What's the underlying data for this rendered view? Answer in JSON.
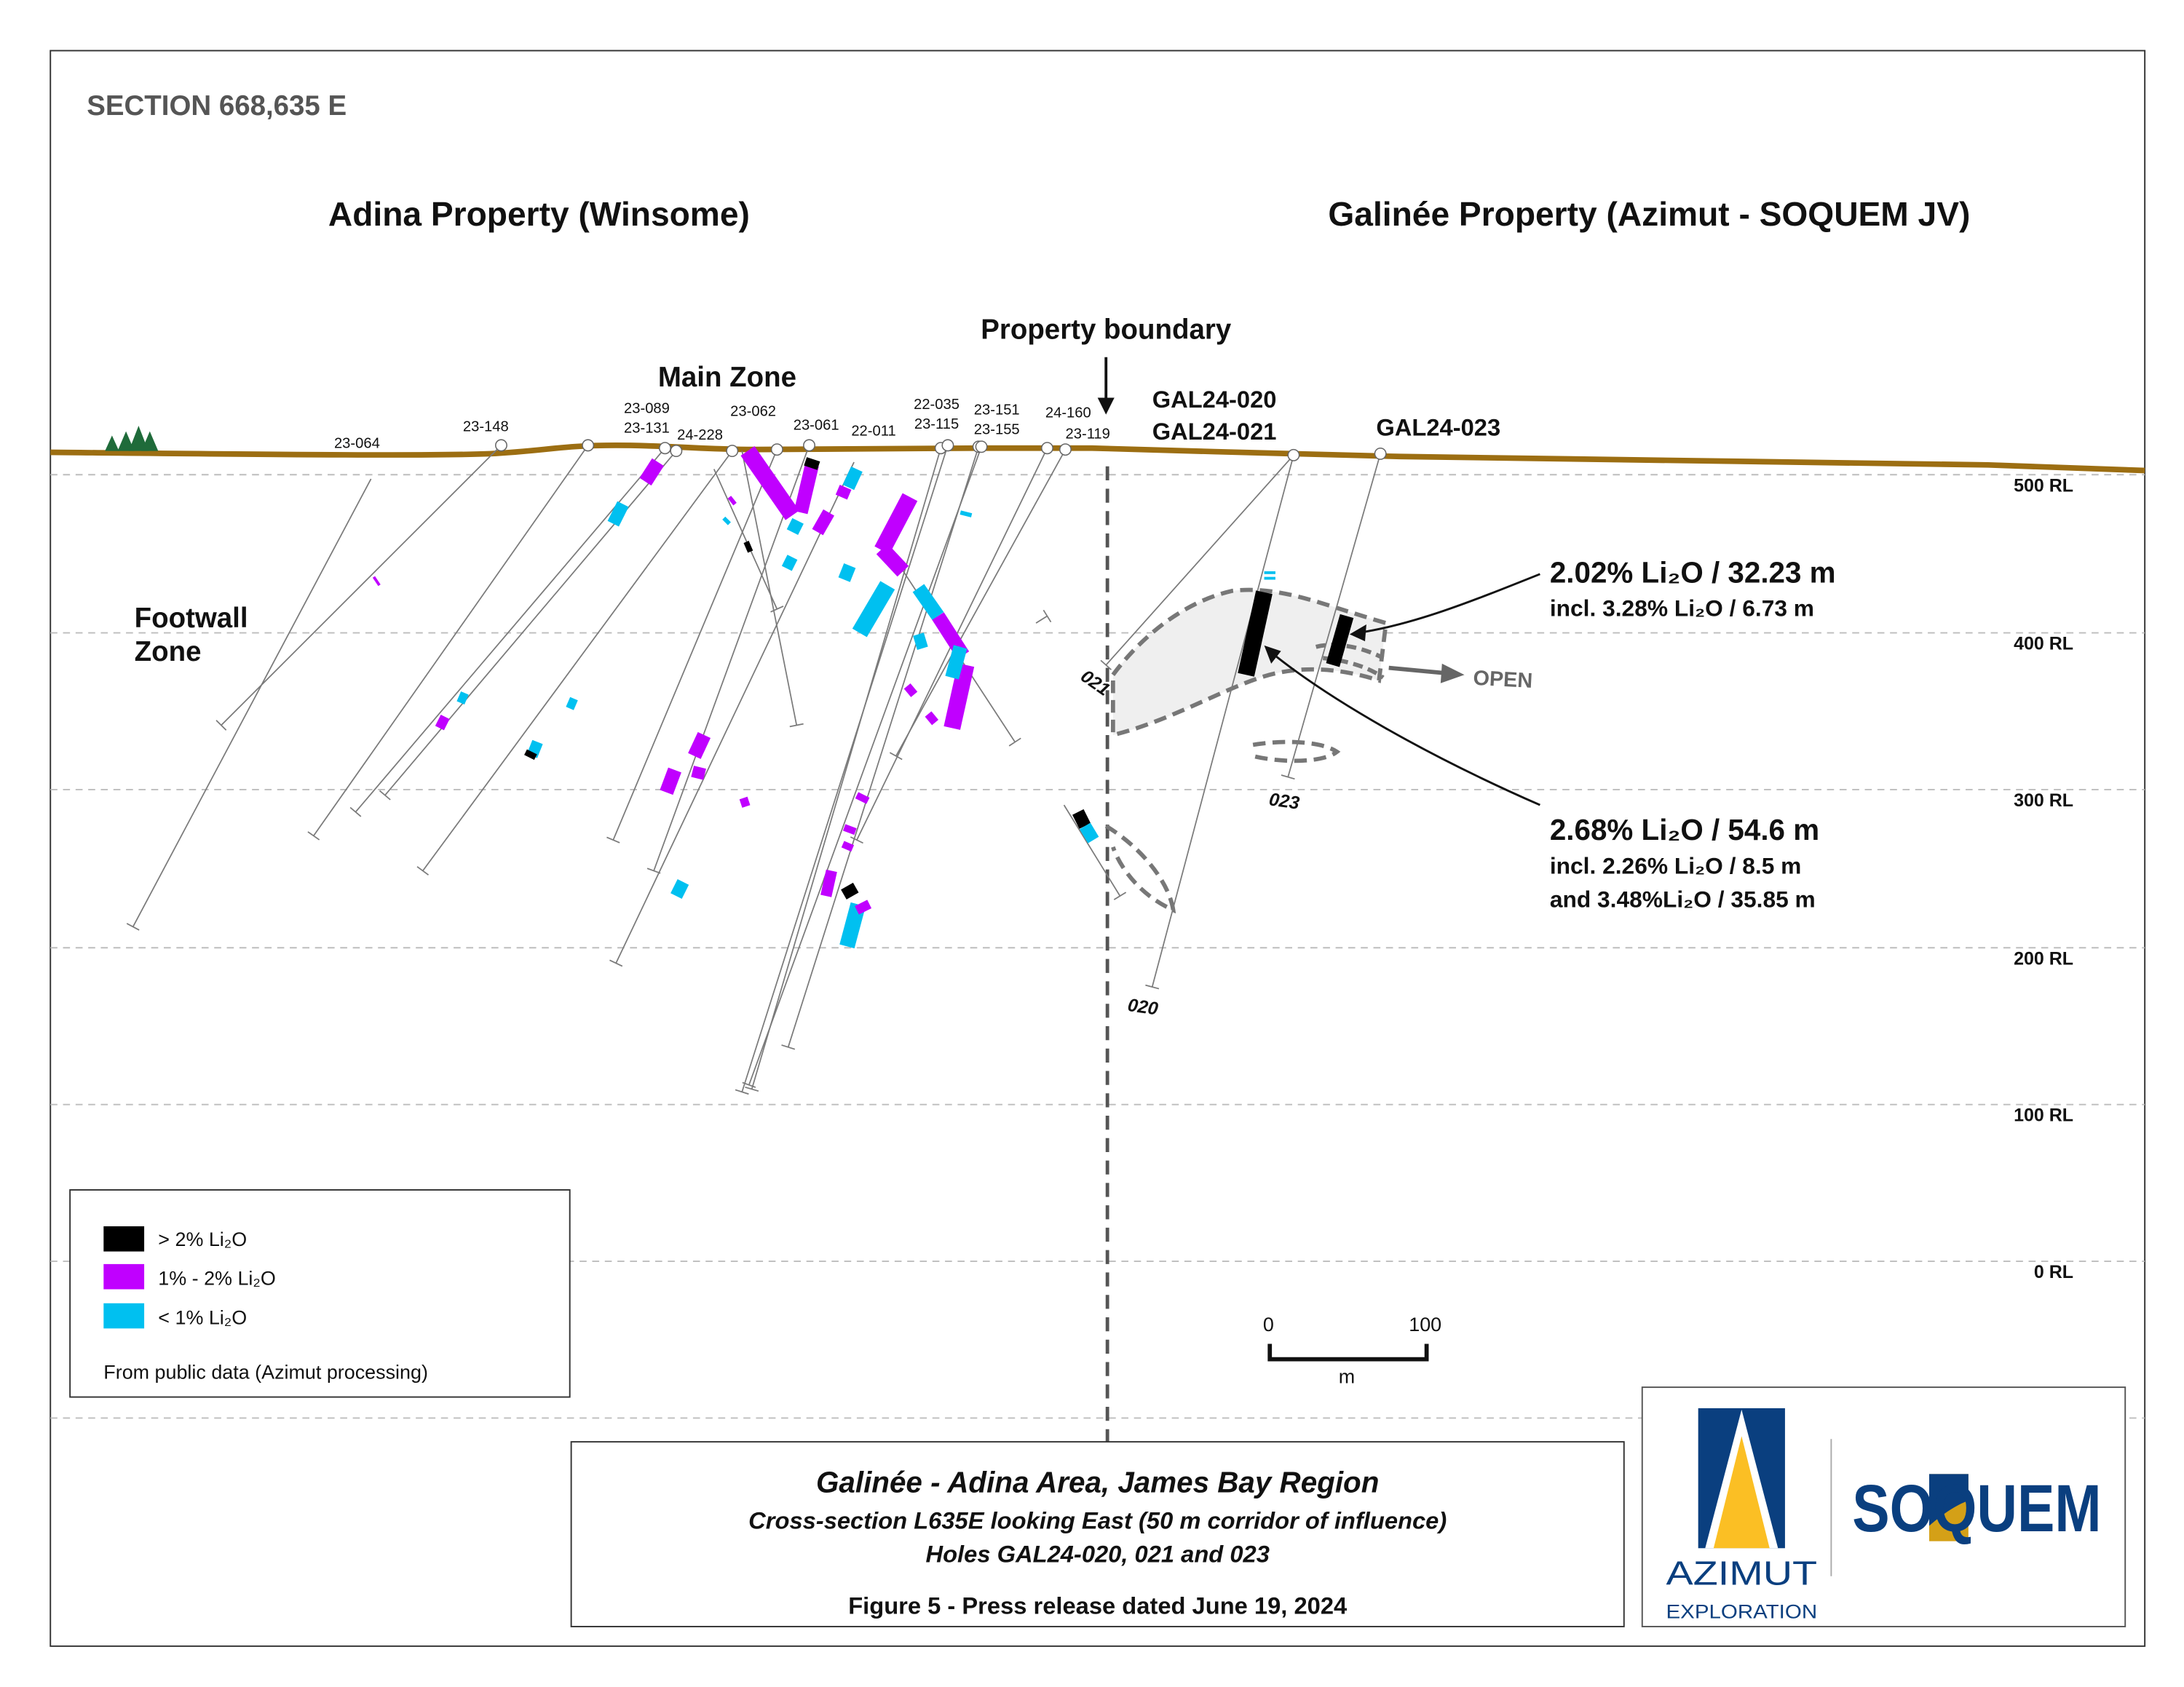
{
  "section_title": "SECTION 668,635 E",
  "properties": {
    "adina": "Adina Property (Winsome)",
    "galinee": "Galinée Property (Azimut - SOQUEM JV)"
  },
  "labels": {
    "property_boundary": "Property boundary",
    "main_zone": "Main Zone",
    "footwall_zone_1": "Footwall",
    "footwall_zone_2": "Zone",
    "open": "OPEN"
  },
  "adina_holes": [
    "23-064",
    "23-148",
    "23-089",
    "23-131",
    "24-228",
    "23-062",
    "23-061",
    "22-011",
    "22-035",
    "23-115",
    "23-151",
    "23-155",
    "24-160",
    "23-119"
  ],
  "galinee_holes": {
    "h020_021_a": "GAL24-020",
    "h020_021_b": "GAL24-021",
    "h023": "GAL24-023",
    "end_021": "021",
    "end_020": "020",
    "end_023": "023"
  },
  "rl_levels": [
    "500 RL",
    "400 RL",
    "300 RL",
    "200 RL",
    "100 RL",
    "0 RL"
  ],
  "intercepts": {
    "upper": {
      "main": "2.02% Li₂O / 32.23 m",
      "incl": "incl. 3.28% Li₂O / 6.73 m"
    },
    "lower": {
      "main": "2.68% Li₂O / 54.6 m",
      "incl": "incl. 2.26% Li₂O / 8.5 m",
      "and": "and 3.48%Li₂O / 35.85 m"
    }
  },
  "legend": {
    "items": [
      {
        "label": "> 2% Li₂O",
        "color": "#000000"
      },
      {
        "label": "1% - 2% Li₂O",
        "color": "#c000ff"
      },
      {
        "label": "< 1% Li₂O",
        "color": "#00c0f0"
      }
    ],
    "note": "From public data (Azimut processing)"
  },
  "scale_bar": {
    "start": "0",
    "end": "100",
    "unit": "m"
  },
  "title_block": {
    "line1": "Galinée - Adina Area, James Bay Region",
    "line2": "Cross-section L635E looking East (50 m corridor of influence)",
    "line3": "Holes GAL24-020, 021 and 023",
    "line4": "Figure 5 - Press release dated June 19, 2024"
  },
  "logos": {
    "azimut_1": "AZIMUT",
    "azimut_2": "EXPLORATION",
    "soquem": "SOQUEM"
  },
  "colors": {
    "ground": "#9c6e12",
    "high": "#000000",
    "mid": "#c000ff",
    "low": "#00c0f0",
    "azimut_blue": "#0a3f7f",
    "azimut_gold": "#fbbf24",
    "soquem_gold": "#d4a017"
  }
}
